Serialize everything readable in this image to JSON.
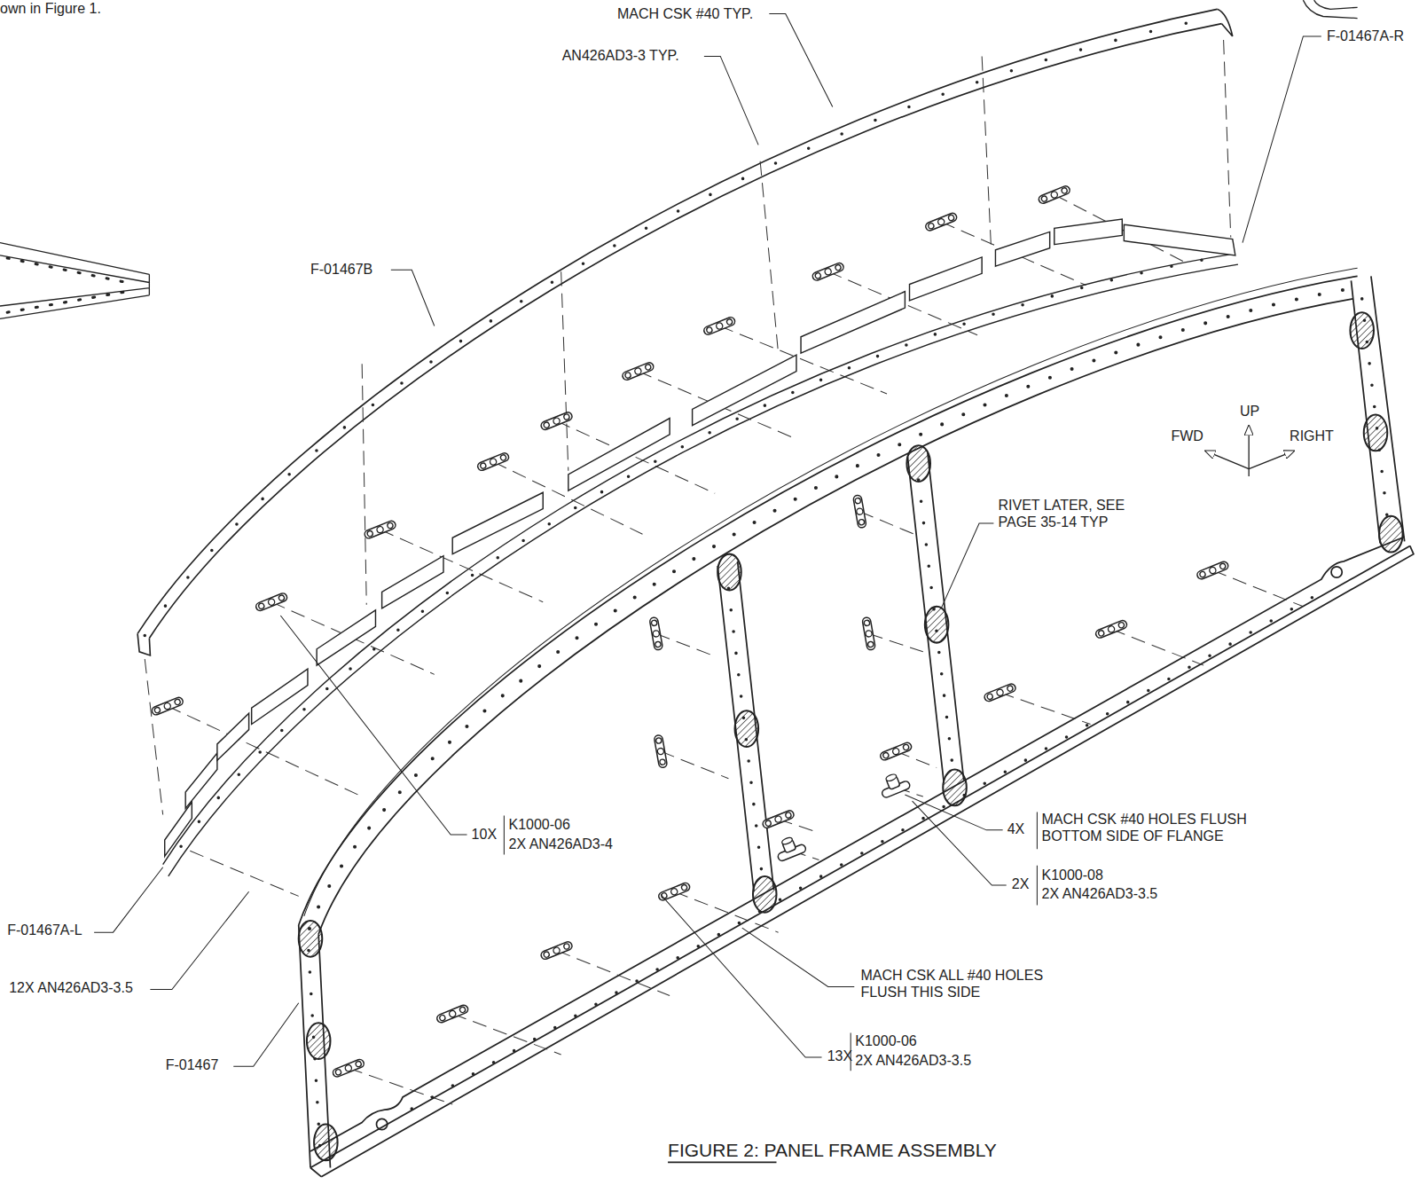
{
  "diagram": {
    "caption": "FIGURE 2: PANEL FRAME ASSEMBLY",
    "labels": [
      "own in Figure 1.",
      "MACH CSK #40 TYP.",
      "AN426AD3-3 TYP.",
      "F-01467A-R",
      "F-01467B",
      "UP",
      "FWD",
      "RIGHT",
      "RIVET LATER, SEE PAGE 35-14 TYP",
      "10X",
      "K1000-06",
      "2X AN426AD3-4",
      "4X",
      "MACH CSK #40 HOLES FLUSH BOTTOM SIDE OF FLANGE",
      "2X",
      "K1000-08",
      "2X AN426AD3-3.5",
      "F-01467A-L",
      "12X AN426AD3-3.5",
      "MACH CSK ALL #40 HOLES FLUSH THIS SIDE",
      "13X",
      "K1000-06",
      "2X AN426AD3-3.5",
      "F-01467"
    ]
  }
}
